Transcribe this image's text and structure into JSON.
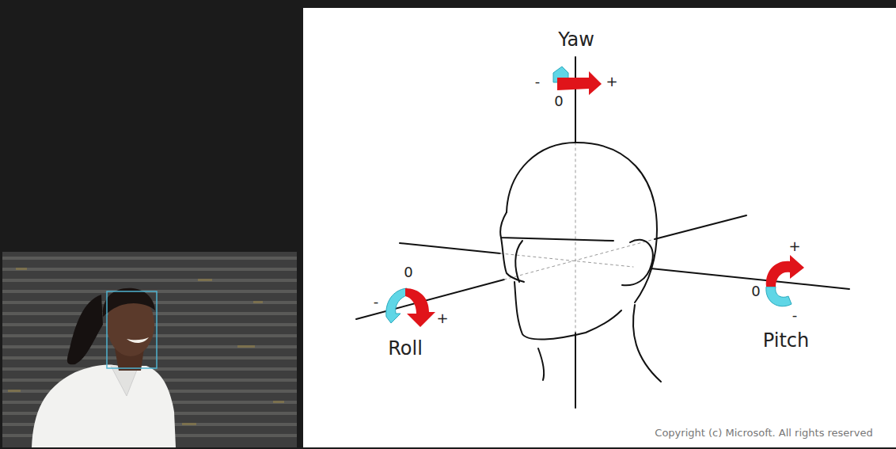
{
  "diagram": {
    "labels": [
      "Yaw",
      "-",
      "+",
      "0",
      "+",
      "0",
      "0",
      "-",
      "+",
      "-",
      "Roll",
      "Pitch",
      "Copyright (c) Microsoft. All rights reserved"
    ]
  }
}
